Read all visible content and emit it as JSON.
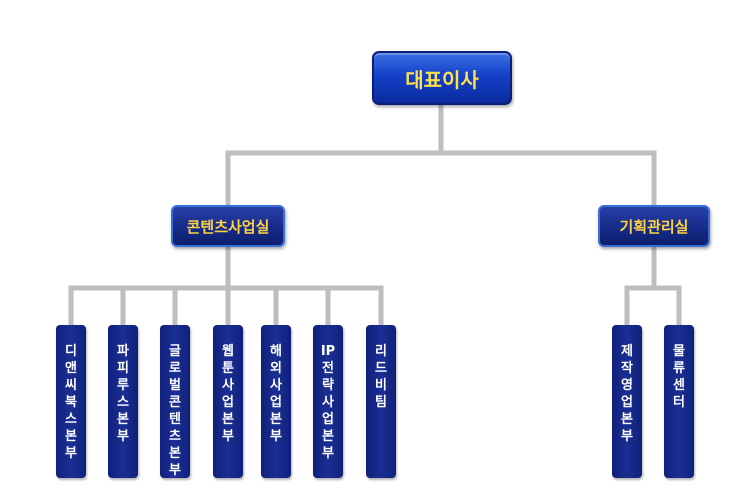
{
  "ceo": {
    "label": "대표이사"
  },
  "divisions": [
    {
      "label": "콘텐츠사업실",
      "departments": [
        "디앤씨북스본부",
        "파피루스본부",
        "글로벌콘텐츠본부",
        "웹툰사업본부",
        "해외사업본부",
        "IP전략사업본부",
        "리드비팀"
      ]
    },
    {
      "label": "기획관리실",
      "departments": [
        "제작영업본부",
        "물류센터"
      ]
    }
  ],
  "colors": {
    "connector": "#bebebe",
    "box_fill": "#142a86",
    "ceo_text": "#ffe04a",
    "division_text": "#ffd23f",
    "department_text": "#ffffff"
  }
}
